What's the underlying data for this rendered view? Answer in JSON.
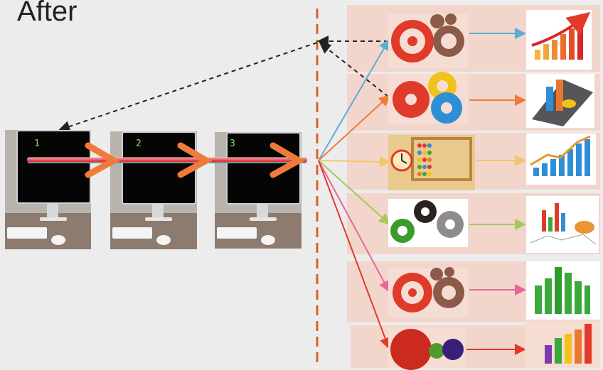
{
  "title": "After",
  "monitors": [
    {
      "label": "1"
    },
    {
      "label": "2"
    },
    {
      "label": "3"
    }
  ],
  "rows": [
    {
      "process_icon": "gear-cluster-icon",
      "output_icon": "growth-bar-chart-icon",
      "color": "#5aaed6"
    },
    {
      "process_icon": "colorful-gears-icon",
      "output_icon": "3d-analytics-chart-icon",
      "color": "#f07a3a"
    },
    {
      "process_icon": "abacus-clock-icon",
      "output_icon": "rising-trend-chart-icon",
      "color": "#f2c66a"
    },
    {
      "process_icon": "three-gears-icon",
      "output_icon": "mixed-charts-icon",
      "color": "#a6c95a"
    },
    {
      "process_icon": "gear-cluster-icon",
      "output_icon": "green-bar-chart-icon",
      "color": "#e8659a"
    },
    {
      "process_icon": "red-green-purple-gears-icon",
      "output_icon": "multicolor-bar-chart-icon",
      "color": "#e23a2a"
    }
  ],
  "colors": {
    "divider": "#d9622b",
    "background": "#ececec",
    "panel": "#f2d6cc"
  }
}
